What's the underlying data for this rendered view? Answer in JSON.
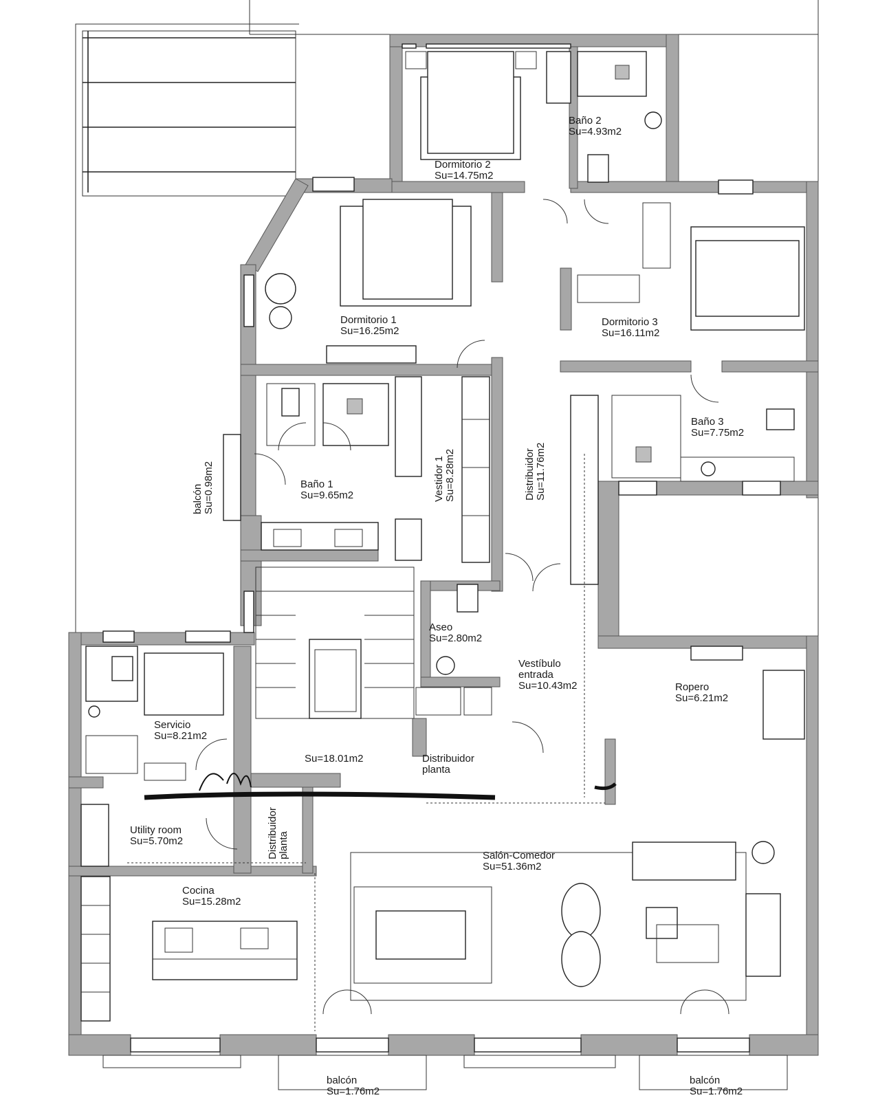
{
  "rooms": {
    "dormitorio2": {
      "name": "Dormitorio 2",
      "area": "Su=14.75m2"
    },
    "bano2": {
      "name": "Baño 2",
      "area": "Su=4.93m2"
    },
    "dormitorio1": {
      "name": "Dormitorio 1",
      "area": "Su=16.25m2"
    },
    "dormitorio3": {
      "name": "Dormitorio 3",
      "area": "Su=16.11m2"
    },
    "bano3": {
      "name": "Baño 3",
      "area": "Su=7.75m2"
    },
    "bano1": {
      "name": "Baño 1",
      "area": "Su=9.65m2"
    },
    "vestidor1": {
      "name": "Vestidor 1",
      "area": "Su=8.28m2"
    },
    "distribuidor": {
      "name": "Distribuidor",
      "area": "Su=11.76m2"
    },
    "balcon_side": {
      "name": "balcón",
      "area": "Su=0.98m2"
    },
    "aseo": {
      "name": "Aseo",
      "area": "Su=2.80m2"
    },
    "vestibulo": {
      "line1": "Vestíbulo",
      "line2": "entrada",
      "area": "Su=10.43m2"
    },
    "ropero": {
      "name": "Ropero",
      "area": "Su=6.21m2"
    },
    "servicio": {
      "name": "Servicio",
      "area": "Su=8.21m2"
    },
    "stair_area": {
      "area": "Su=18.01m2"
    },
    "distribuidor_planta_1": {
      "line1": "Distribuidor",
      "line2": "planta"
    },
    "utility": {
      "name": "Utility room",
      "area": "Su=5.70m2"
    },
    "distribuidor_planta_2": {
      "line1": "Distribuidor",
      "line2": "planta"
    },
    "cocina": {
      "name": "Cocina",
      "area": "Su=15.28m2"
    },
    "salon": {
      "name": "Salón-Comedor",
      "area": "Su=51.36m2"
    },
    "balcon_left": {
      "name": "balcón",
      "area": "Su=1.76m2"
    },
    "balcon_right": {
      "name": "balcón",
      "area": "Su=1.76m2"
    }
  },
  "colors": {
    "wall": "#a7a7a7",
    "ink": "#1a1a1a",
    "background": "#ffffff"
  }
}
